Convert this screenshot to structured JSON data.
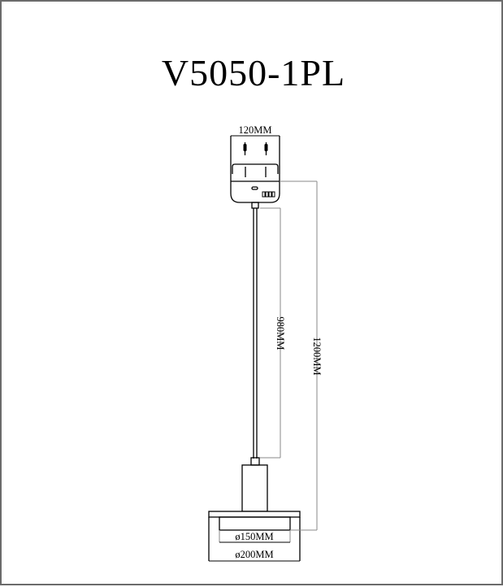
{
  "drawing": {
    "title": "V5050-1PL",
    "colors": {
      "line": "#000000",
      "dimension_line": "#8a8a8a",
      "frame_border": "#6b6b6b",
      "background": "#ffffff"
    },
    "parts": [
      "ceiling-canopy",
      "suspension-cable",
      "lamp-holder",
      "lamp-shade"
    ],
    "dimensions": {
      "canopy_width": "120MM",
      "cable_length": "980MM",
      "overall_height": "1200MM",
      "inner_diameter": "ø150MM",
      "outer_diameter": "ø200MM"
    }
  }
}
